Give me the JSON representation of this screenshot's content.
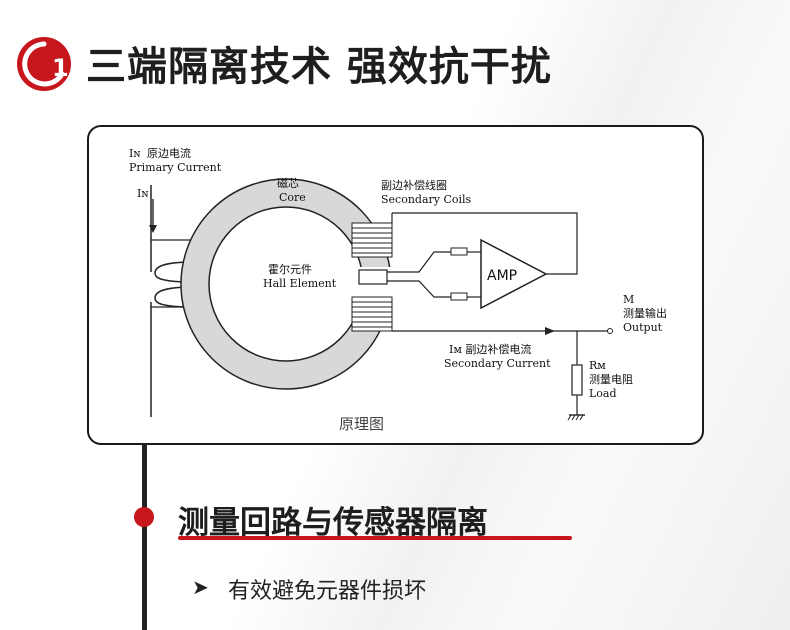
{
  "header": {
    "logo_text": "1",
    "title": "三端隔离技术 强效抗干扰"
  },
  "diagram": {
    "labels": {
      "primary_symbol": "Iɴ",
      "primary_cn": "原边电流",
      "primary_en": "Primary Current",
      "in_arrow": "Iɴ",
      "core_cn": "磁芯",
      "core_en": "Core",
      "secondary_coils_cn": "副边补偿线圈",
      "secondary_coils_en": "Secondary Coils",
      "hall_cn": "霍尔元件",
      "hall_en": "Hall Element",
      "amp": "AMP",
      "output_symbol": "M",
      "output_cn": "测量输出",
      "output_en": "Output",
      "secondary_current_cn": "Iм 副边补偿电流",
      "secondary_current_en": "Secondary Current",
      "load_symbol": "Rм",
      "load_cn": "测量电阻",
      "load_en": "Load"
    },
    "caption": "原理图"
  },
  "section": {
    "heading": "测量回路与传感器隔离",
    "bullets": [
      {
        "marker": "➤",
        "text": "有效避免元器件损坏"
      }
    ]
  },
  "colors": {
    "accent_red": "#c8161d",
    "text_dark": "#1e1e1e"
  }
}
